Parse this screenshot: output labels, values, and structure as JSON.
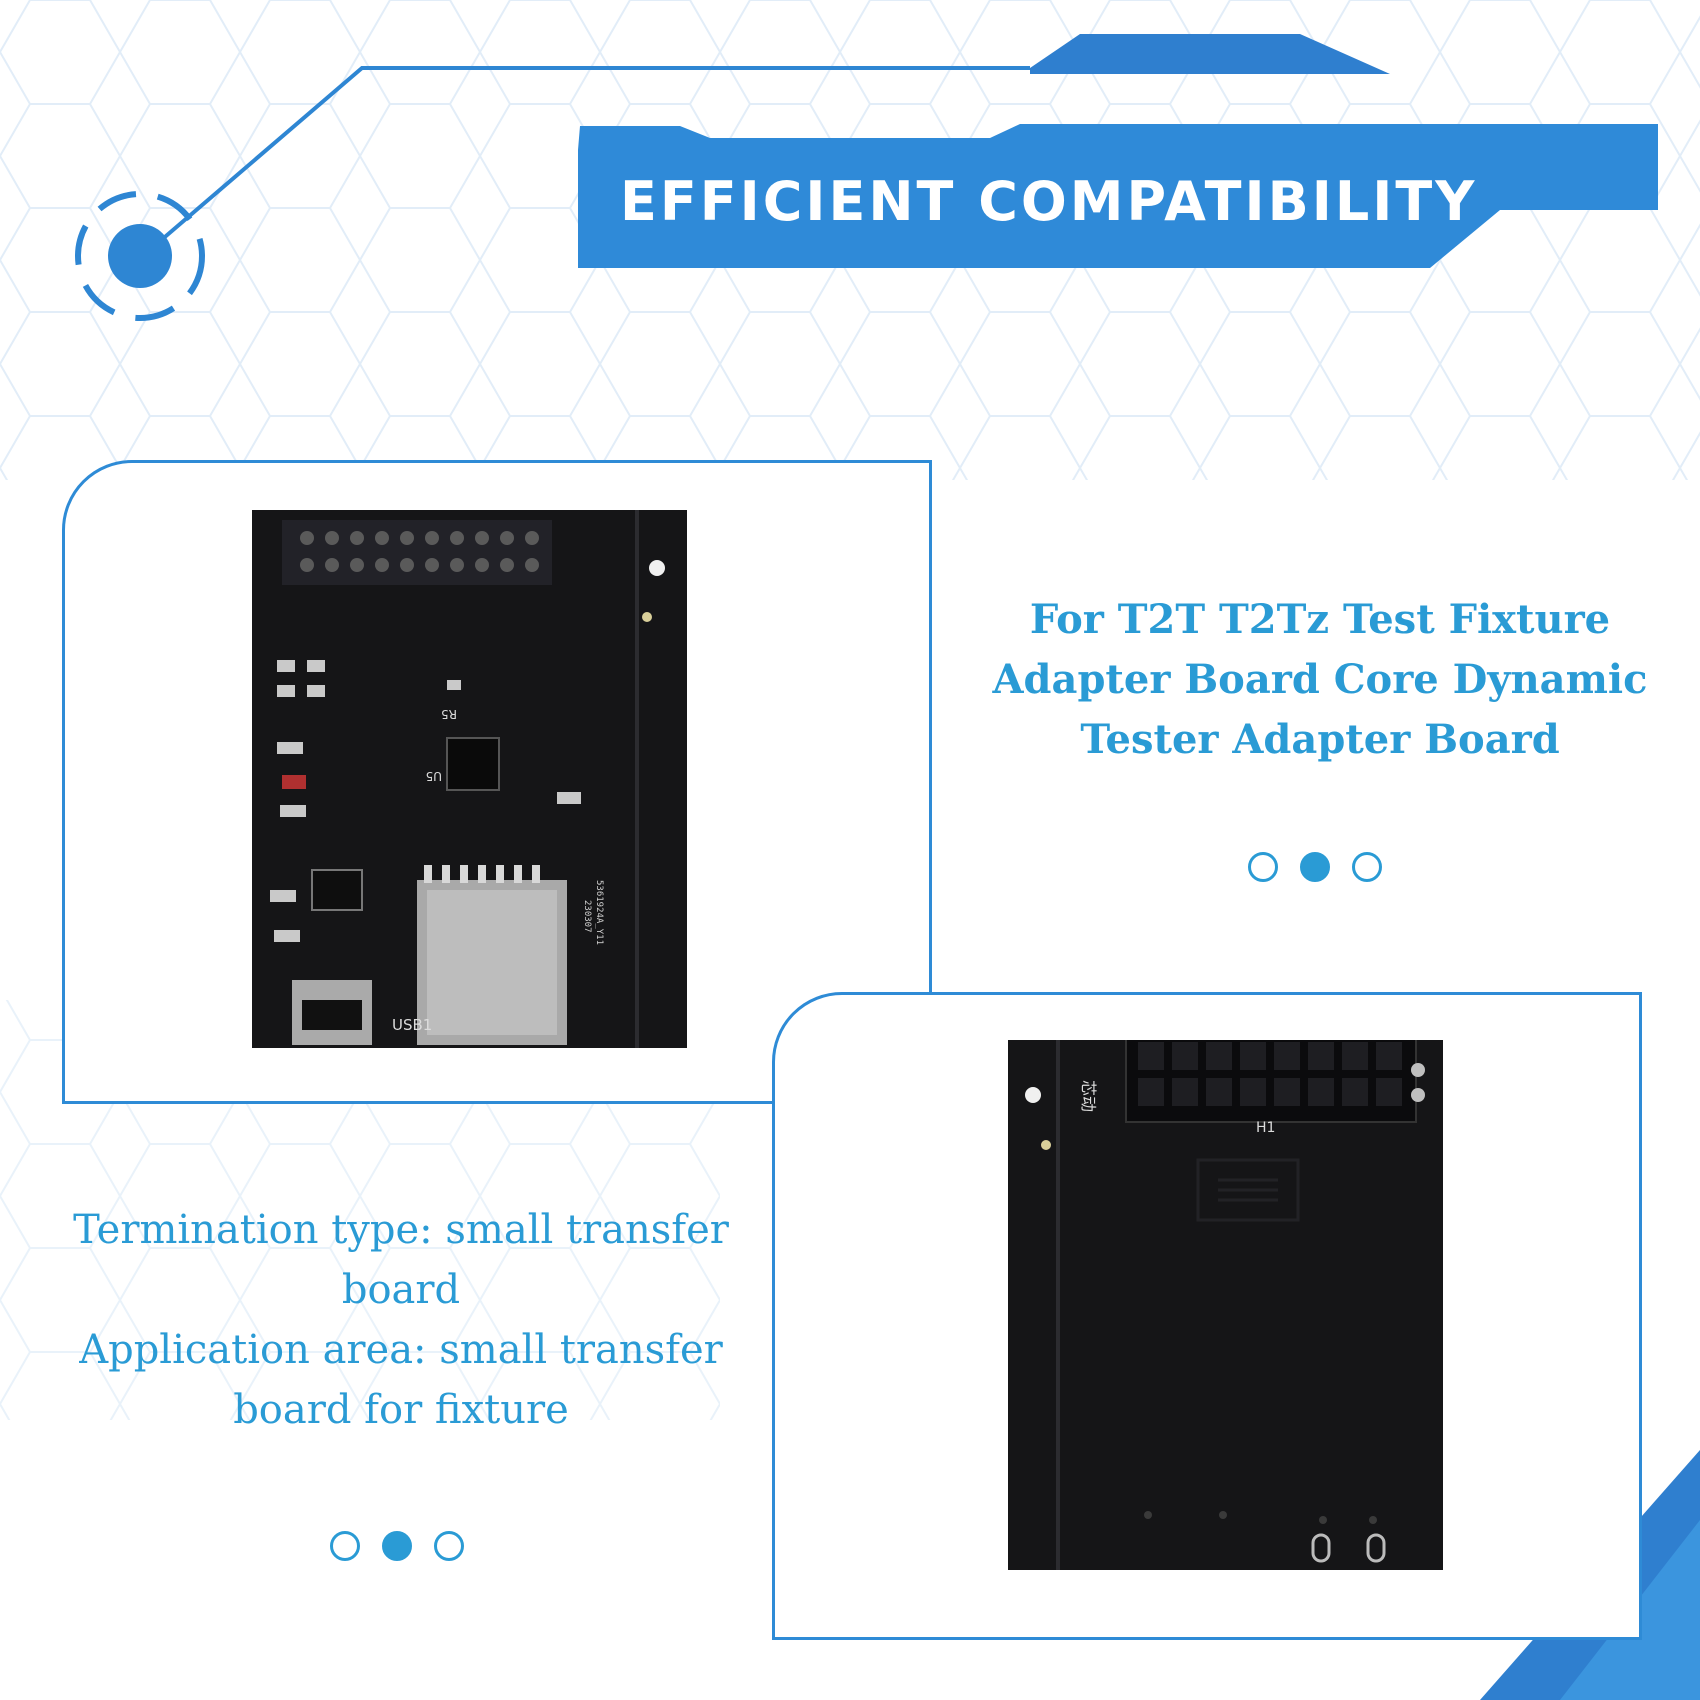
{
  "banner": {
    "title": "EFFICIENT COMPATIBILITY"
  },
  "product": {
    "description": "For T2T T2Tz Test Fixture Adapter Board Core Dynamic Tester Adapter Board",
    "carousel_top": {
      "dots": 3,
      "active_index": 1
    }
  },
  "specs": {
    "line1": "Termination type: small transfer board",
    "line2": "Application area: small transfer board for fixture",
    "carousel_bottom": {
      "dots": 3,
      "active_index": 1
    }
  },
  "board_front": {
    "labels": {
      "usb": "USB1",
      "chip": "U5",
      "resistor": "R5",
      "serial": "5361924A_Y11",
      "date": "230307"
    }
  },
  "board_back": {
    "labels": {
      "header": "H1",
      "brand": "芯动"
    }
  },
  "colors": {
    "accent": "#2a9bd5",
    "banner": "#2f8ad8",
    "pcb": "#151517"
  }
}
